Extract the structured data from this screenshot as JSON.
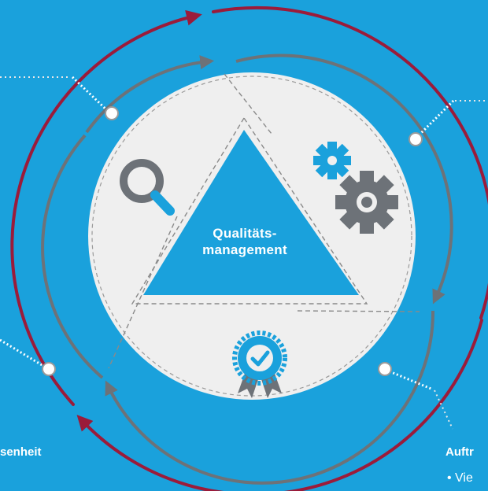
{
  "center": {
    "line1": "Qualitäts-",
    "line2": "management"
  },
  "labels": {
    "left": "senheit",
    "right": "Auftr",
    "right_bullet": "•  Vie"
  },
  "colors": {
    "background": "#1aa1dc",
    "outer_ring": "#9b1b3a",
    "inner_ring": "#6d7278",
    "disc": "#efefef",
    "accent": "#1aa1dc",
    "icon_grey": "#6d7278",
    "connector": "#e8e8e8"
  },
  "icons": [
    "magnifier-icon",
    "gears-icon",
    "award-badge-icon"
  ]
}
